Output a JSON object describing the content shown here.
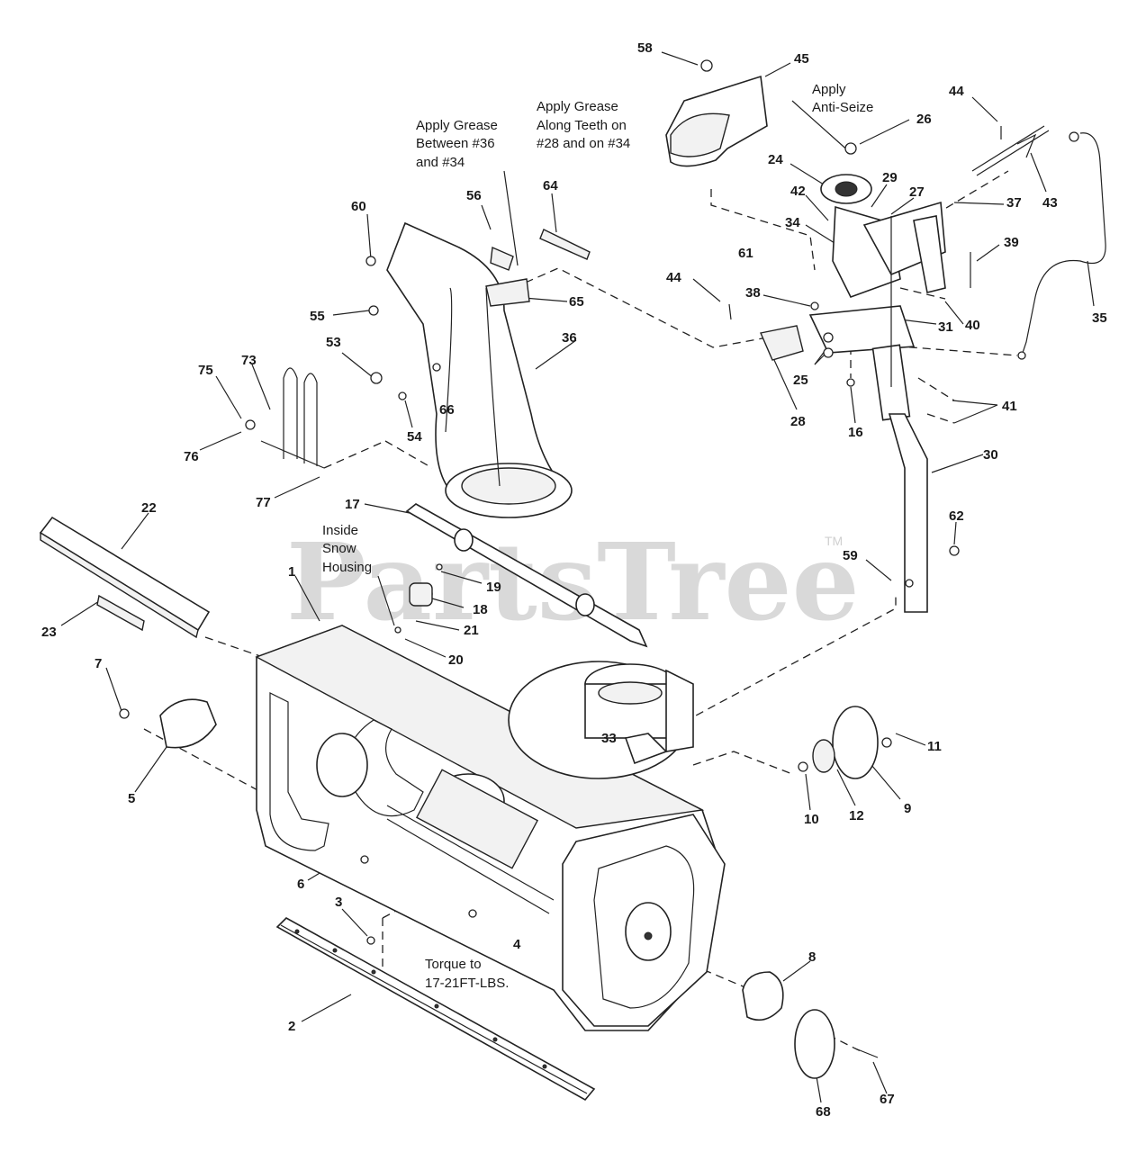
{
  "watermark": {
    "text": "PartsTree",
    "trademark": "TM"
  },
  "notes": {
    "grease_36_34": [
      "Apply Grease",
      "Between #36",
      "and #34"
    ],
    "grease_teeth": [
      "Apply Grease",
      "Along Teeth on",
      "#28 and on #34"
    ],
    "anti_seize": [
      "Apply",
      "Anti-Seize"
    ],
    "inside_housing": [
      "Inside",
      "Snow",
      "Housing"
    ],
    "torque": [
      "Torque to",
      "17-21FT-LBS."
    ]
  },
  "callouts": [
    {
      "id": "c58",
      "label": "58"
    },
    {
      "id": "c45",
      "label": "45"
    },
    {
      "id": "c44a",
      "label": "44"
    },
    {
      "id": "c26",
      "label": "26"
    },
    {
      "id": "c24",
      "label": "24"
    },
    {
      "id": "c29",
      "label": "29"
    },
    {
      "id": "c27",
      "label": "27"
    },
    {
      "id": "c42",
      "label": "42"
    },
    {
      "id": "c43",
      "label": "43"
    },
    {
      "id": "c37",
      "label": "37"
    },
    {
      "id": "c60",
      "label": "60"
    },
    {
      "id": "c56",
      "label": "56"
    },
    {
      "id": "c64",
      "label": "64"
    },
    {
      "id": "c34",
      "label": "34"
    },
    {
      "id": "c61",
      "label": "61"
    },
    {
      "id": "c39",
      "label": "39"
    },
    {
      "id": "c44b",
      "label": "44"
    },
    {
      "id": "c38",
      "label": "38"
    },
    {
      "id": "c65",
      "label": "65"
    },
    {
      "id": "c40",
      "label": "40"
    },
    {
      "id": "c35",
      "label": "35"
    },
    {
      "id": "c55",
      "label": "55"
    },
    {
      "id": "c36",
      "label": "36"
    },
    {
      "id": "c31",
      "label": "31"
    },
    {
      "id": "c53",
      "label": "53"
    },
    {
      "id": "c73",
      "label": "73"
    },
    {
      "id": "c75",
      "label": "75"
    },
    {
      "id": "c25",
      "label": "25"
    },
    {
      "id": "c66",
      "label": "66"
    },
    {
      "id": "c41",
      "label": "41"
    },
    {
      "id": "c28",
      "label": "28"
    },
    {
      "id": "c54",
      "label": "54"
    },
    {
      "id": "c16",
      "label": "16"
    },
    {
      "id": "c76",
      "label": "76"
    },
    {
      "id": "c30",
      "label": "30"
    },
    {
      "id": "c77",
      "label": "77"
    },
    {
      "id": "c17",
      "label": "17"
    },
    {
      "id": "c22",
      "label": "22"
    },
    {
      "id": "c62",
      "label": "62"
    },
    {
      "id": "c1",
      "label": "1"
    },
    {
      "id": "c59",
      "label": "59"
    },
    {
      "id": "c19",
      "label": "19"
    },
    {
      "id": "c18",
      "label": "18"
    },
    {
      "id": "c23",
      "label": "23"
    },
    {
      "id": "c21",
      "label": "21"
    },
    {
      "id": "c20",
      "label": "20"
    },
    {
      "id": "c7",
      "label": "7"
    },
    {
      "id": "c33",
      "label": "33"
    },
    {
      "id": "c11",
      "label": "11"
    },
    {
      "id": "c5",
      "label": "5"
    },
    {
      "id": "c10",
      "label": "10"
    },
    {
      "id": "c12",
      "label": "12"
    },
    {
      "id": "c9",
      "label": "9"
    },
    {
      "id": "c6",
      "label": "6"
    },
    {
      "id": "c3",
      "label": "3"
    },
    {
      "id": "c4",
      "label": "4"
    },
    {
      "id": "c8",
      "label": "8"
    },
    {
      "id": "c2",
      "label": "2"
    },
    {
      "id": "c67",
      "label": "67"
    },
    {
      "id": "c68",
      "label": "68"
    }
  ]
}
